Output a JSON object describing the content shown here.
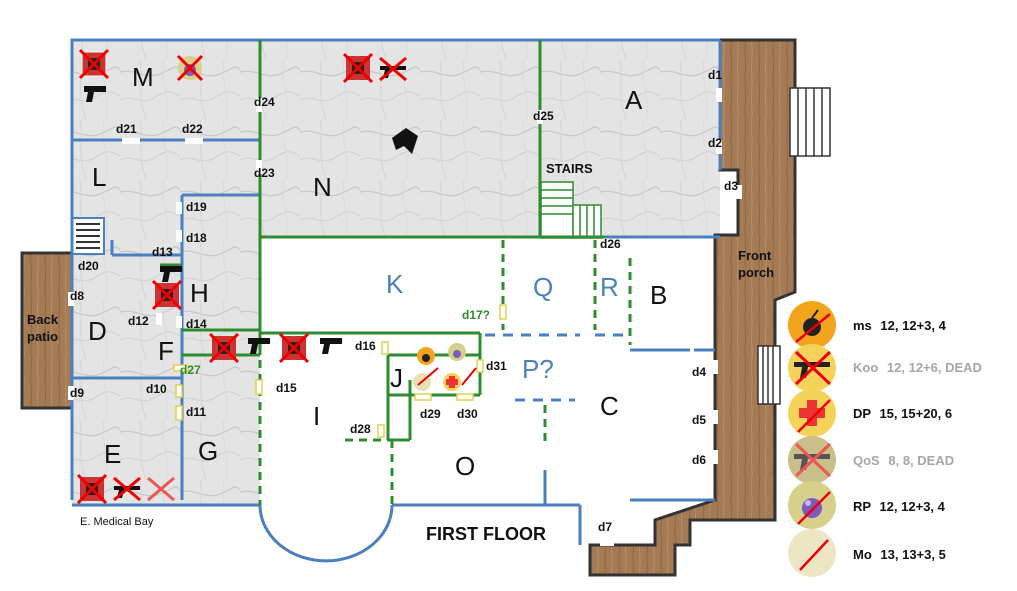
{
  "map": {
    "floor_label": "FIRST FLOOR",
    "caption": "E. Medical Bay",
    "stairs_label": "STAIRS",
    "front_porch": [
      "Front",
      "porch"
    ],
    "back_patio": [
      "Back",
      "patio"
    ],
    "rooms": {
      "A": "A",
      "B": "B",
      "C": "C",
      "D": "D",
      "E": "E",
      "F": "F",
      "G": "G",
      "H": "H",
      "I": "I",
      "J": "J",
      "K": "K",
      "L": "L",
      "M": "M",
      "N": "N",
      "O": "O",
      "P": "P?",
      "Q": "Q",
      "R": "R"
    },
    "doors": {
      "d1": "d1",
      "d2": "d2",
      "d3": "d3",
      "d4": "d4",
      "d5": "d5",
      "d6": "d6",
      "d7": "d7",
      "d8": "d8",
      "d9": "d9",
      "d10": "d10",
      "d11": "d11",
      "d12": "d12",
      "d13": "d13",
      "d14": "d14",
      "d15": "d15",
      "d16": "d16",
      "d17": "d17?",
      "d18": "d18",
      "d19": "d19",
      "d20": "d20",
      "d21": "d21",
      "d22": "d22",
      "d23": "d23",
      "d24": "d24",
      "d25": "d25",
      "d26": "d26",
      "d27": "d27",
      "d28": "d28",
      "d29": "d29",
      "d30": "d30",
      "d31": "d31"
    },
    "colors": {
      "wall_blue": "#4a7fc0",
      "wall_green": "#2e8b2e",
      "room_blue_text": "#4a7fc0",
      "porch_wood": "#a57b55",
      "marble": "#e6e6e6",
      "dead_text": "#a6a6a6"
    }
  },
  "roster": [
    {
      "name": "ms",
      "stats": "12, 12+3, 4",
      "status": "alive",
      "icon": "bomb-icon"
    },
    {
      "name": "Koo",
      "stats": "12, 12+6, DEAD",
      "status": "dead",
      "icon": "rifle-icon"
    },
    {
      "name": "DP",
      "stats": "15, 15+20, 6",
      "status": "alive",
      "icon": "medic-cross-icon"
    },
    {
      "name": "QoS",
      "stats": "8, 8, DEAD",
      "status": "dead",
      "icon": "rifle-icon"
    },
    {
      "name": "RP",
      "stats": "12, 12+3, 4",
      "status": "alive",
      "icon": "potion-icon"
    },
    {
      "name": "Mo",
      "stats": "13, 13+3, 5",
      "status": "alive",
      "icon": "blank-token-icon"
    }
  ]
}
